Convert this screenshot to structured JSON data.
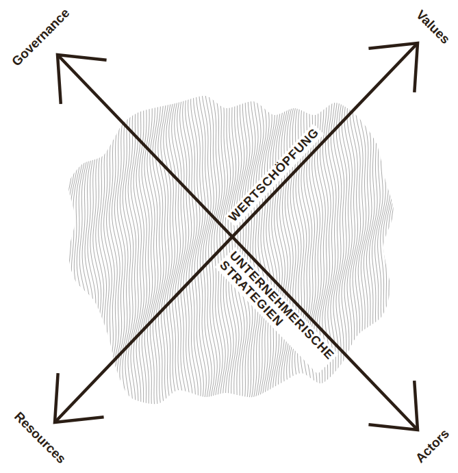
{
  "diagram": {
    "labels": [
      "Governance",
      "Values",
      "WERTSCHÖPFUNG",
      "UNTERNEHMERISCHE STRATEGIEN",
      "Resources",
      "Actors"
    ]
  }
}
